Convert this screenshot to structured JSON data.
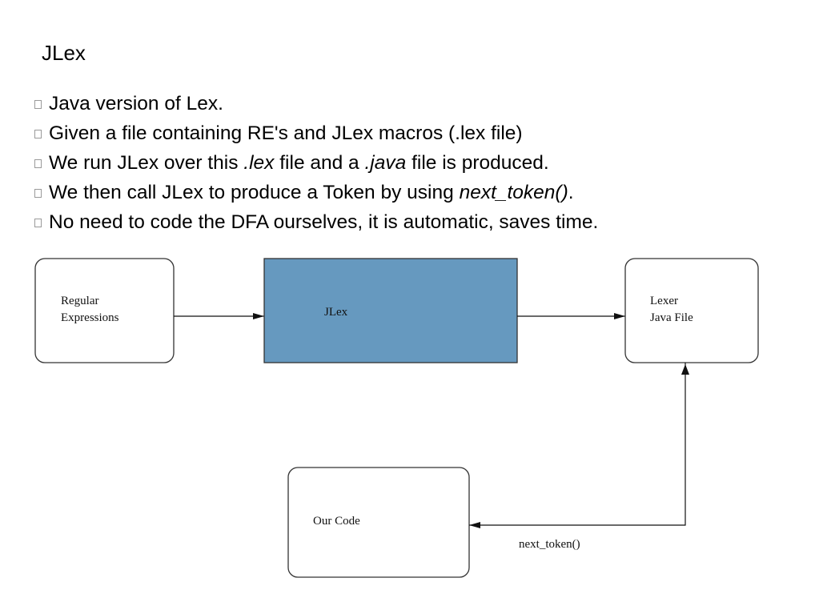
{
  "slide": {
    "title": "JLex",
    "bullets": [
      {
        "parts": [
          {
            "text": "Java version of Lex.",
            "italic": false
          }
        ]
      },
      {
        "parts": [
          {
            "text": "Given a file containing RE's and JLex macros (.lex file)",
            "italic": false
          }
        ]
      },
      {
        "parts": [
          {
            "text": "We run JLex over this ",
            "italic": false
          },
          {
            "text": ".lex",
            "italic": true
          },
          {
            "text": " file and a ",
            "italic": false
          },
          {
            "text": ".java",
            "italic": true
          },
          {
            "text": " file is produced.",
            "italic": false
          }
        ]
      },
      {
        "parts": [
          {
            "text": "We then call JLex to produce a Token by using ",
            "italic": false
          },
          {
            "text": "next_token()",
            "italic": true
          },
          {
            "text": ".",
            "italic": false
          }
        ]
      },
      {
        "parts": [
          {
            "text": "No need to code the DFA ourselves, it is automatic, saves time.",
            "italic": false
          }
        ]
      }
    ]
  },
  "diagram": {
    "regex_box": {
      "line1": "Regular",
      "line2": "Expressions"
    },
    "jlex_box": {
      "label": "JLex",
      "fill": "#6699bf"
    },
    "lexer_box": {
      "line1": "Lexer",
      "line2": "Java File"
    },
    "our_code_box": {
      "label": "Our Code"
    },
    "arrow_label": "next_token()"
  }
}
